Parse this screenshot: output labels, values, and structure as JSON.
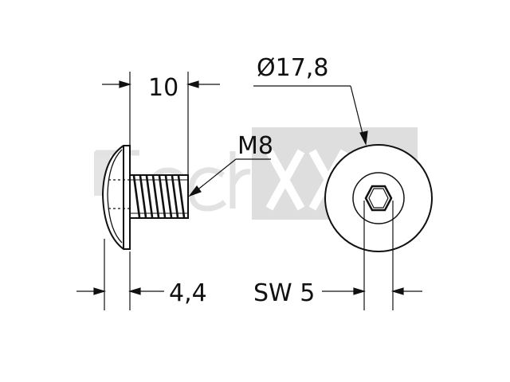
{
  "watermark": {
    "text": "TechXXL"
  },
  "dimensions": {
    "thread_length": "10",
    "head_diameter": "Ø17,8",
    "thread": "M8",
    "head_height": "4,4",
    "wrench_size": "SW 5"
  },
  "colors": {
    "line": "#111111",
    "watermark": "#dcdcdc",
    "background": "#ffffff"
  }
}
